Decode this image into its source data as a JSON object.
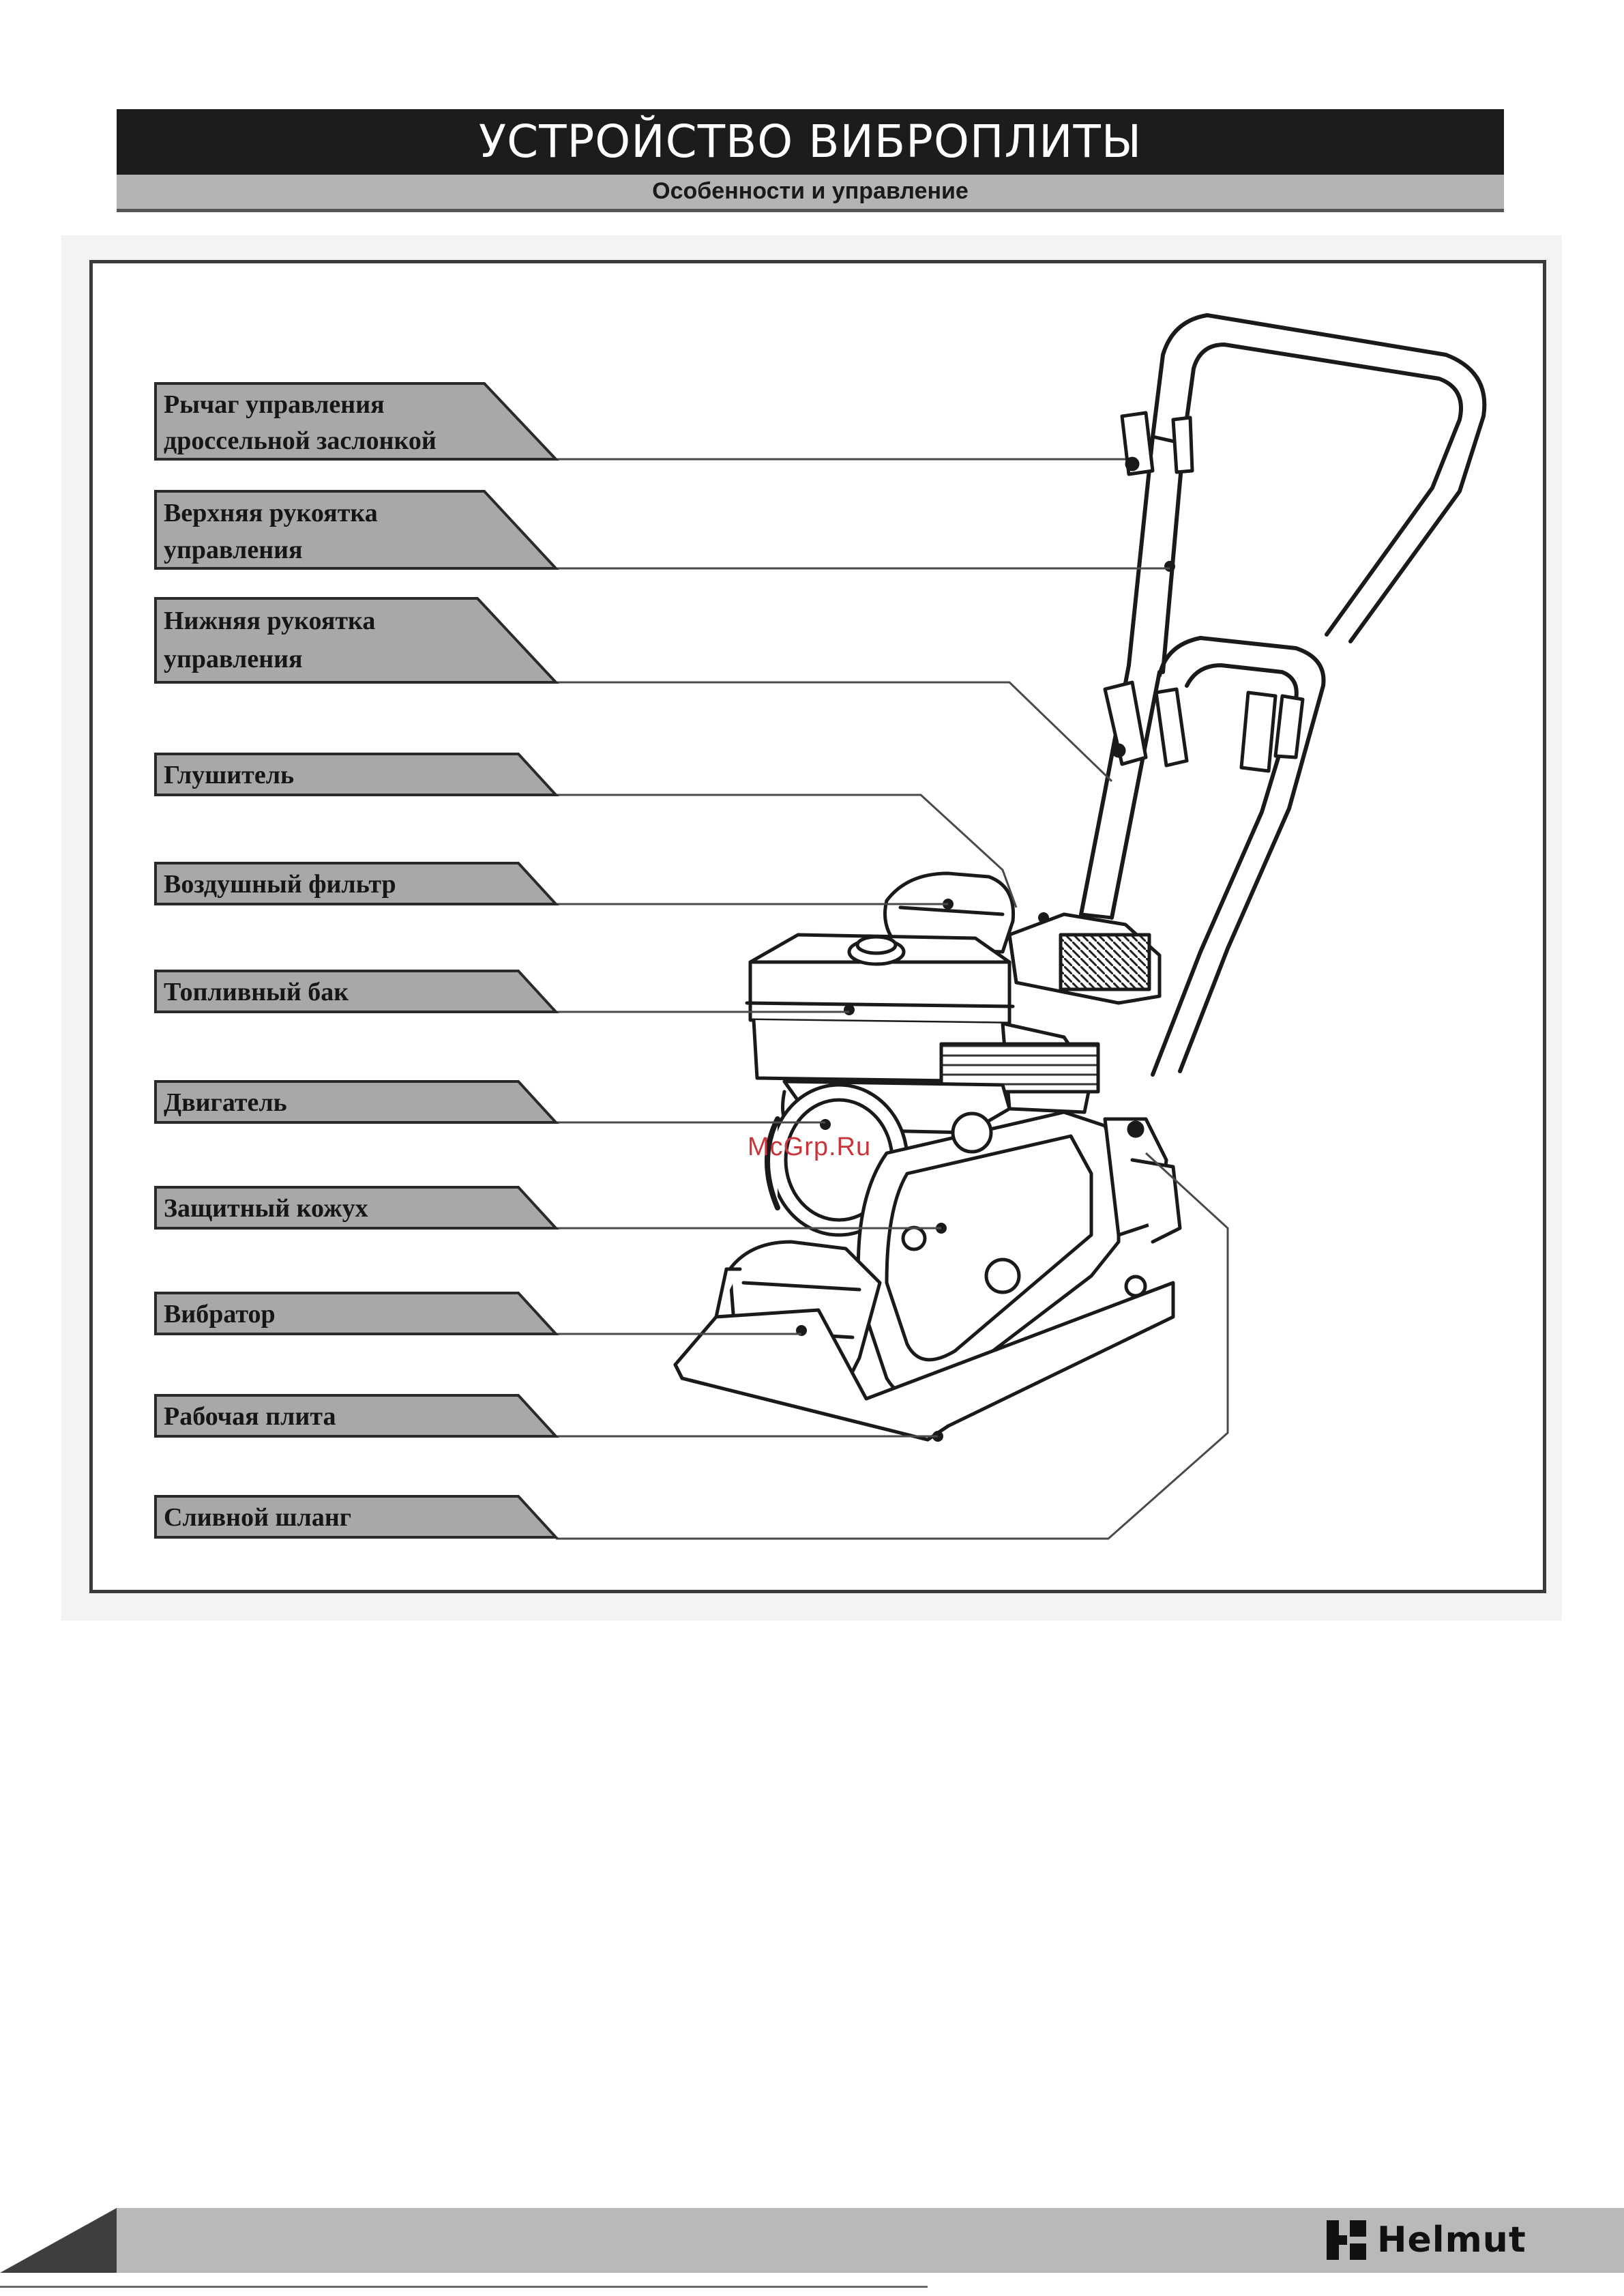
{
  "header": {
    "title": "УСТРОЙСТВО ВИБРОПЛИТЫ",
    "subtitle": "Особенности и управление"
  },
  "diagram": {
    "labels": [
      {
        "id": "throttle-lever",
        "lines": [
          "Рычаг управления",
          "дроссельной заслонкой"
        ]
      },
      {
        "id": "upper-handle",
        "lines": [
          "Верхняя рукоятка",
          "управления"
        ]
      },
      {
        "id": "lower-handle",
        "lines": [
          "Нижняя рукоятка",
          "управления"
        ]
      },
      {
        "id": "muffler",
        "lines": [
          "Глушитель"
        ]
      },
      {
        "id": "air-filter",
        "lines": [
          "Воздушный фильтр"
        ]
      },
      {
        "id": "fuel-tank",
        "lines": [
          "Топливный бак"
        ]
      },
      {
        "id": "engine",
        "lines": [
          "Двигатель"
        ]
      },
      {
        "id": "belt-guard",
        "lines": [
          "Защитный кожух"
        ]
      },
      {
        "id": "vibrator",
        "lines": [
          "Вибратор"
        ]
      },
      {
        "id": "base-plate",
        "lines": [
          "Рабочая плита"
        ]
      },
      {
        "id": "drain-hose",
        "lines": [
          "Сливной шланг"
        ]
      }
    ]
  },
  "watermark": "McGrp.Ru",
  "footer": {
    "brand": "Helmut"
  },
  "colors": {
    "title_bg": "#1c1c1c",
    "subtitle_bg": "#b4b4b4",
    "label_bg": "#a8a8a8",
    "footer_bg": "#b9b9b9",
    "watermark": "#c9353b"
  }
}
